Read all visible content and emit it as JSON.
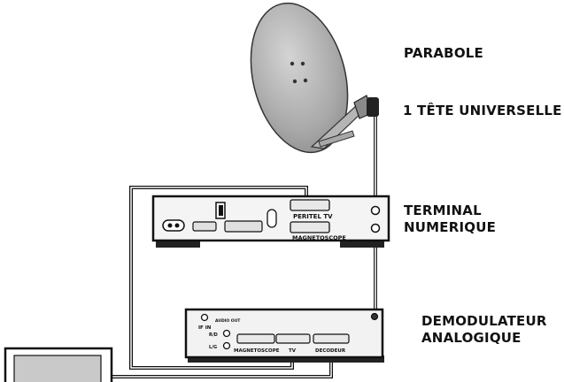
{
  "labels": {
    "parabole": "PARABOLE",
    "tete": "1 TÊTE UNIVERSELLE",
    "terminal_line1": "TERMINAL",
    "terminal_line2": "NUMERIQUE",
    "demod_line1": "DEMODULATEUR",
    "demod_line2": "ANALOGIQUE"
  },
  "terminal_ports": {
    "peritel_tv": "PERITEL TV",
    "magnetoscope": "MAGNETOSCOPE"
  },
  "demod_ports": {
    "if_in": "IF IN",
    "audio_out": "AUDIO OUT",
    "r_label": "R/D",
    "l_label": "L/G",
    "magnetoscope": "MAGNETOSCOPE",
    "tv": "TV",
    "decodeur": "DECODEUR"
  }
}
